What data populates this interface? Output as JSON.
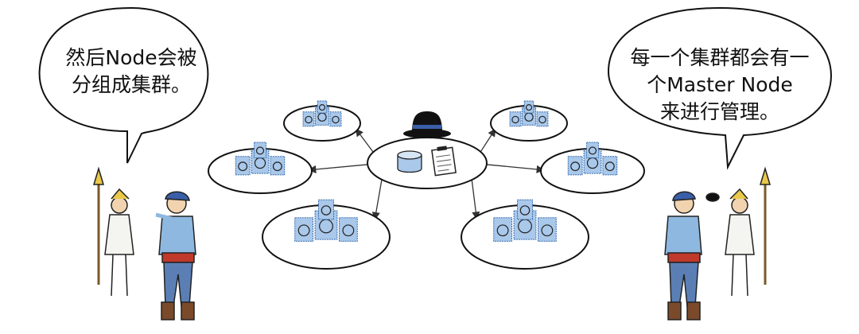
{
  "left_bubble": {
    "line1": "然后Node会被",
    "line2": "分组成集群。"
  },
  "right_bubble": {
    "line1": "每一个集群都会有一",
    "line2": "个Master Node",
    "line3": "来进行管理。"
  },
  "colors": {
    "node_fill": "#a9c8ea",
    "node_stroke": "#3a6fb0",
    "hat": "#111111",
    "hat_band": "#3a5fa8",
    "sweater": "#8fb8e0"
  }
}
